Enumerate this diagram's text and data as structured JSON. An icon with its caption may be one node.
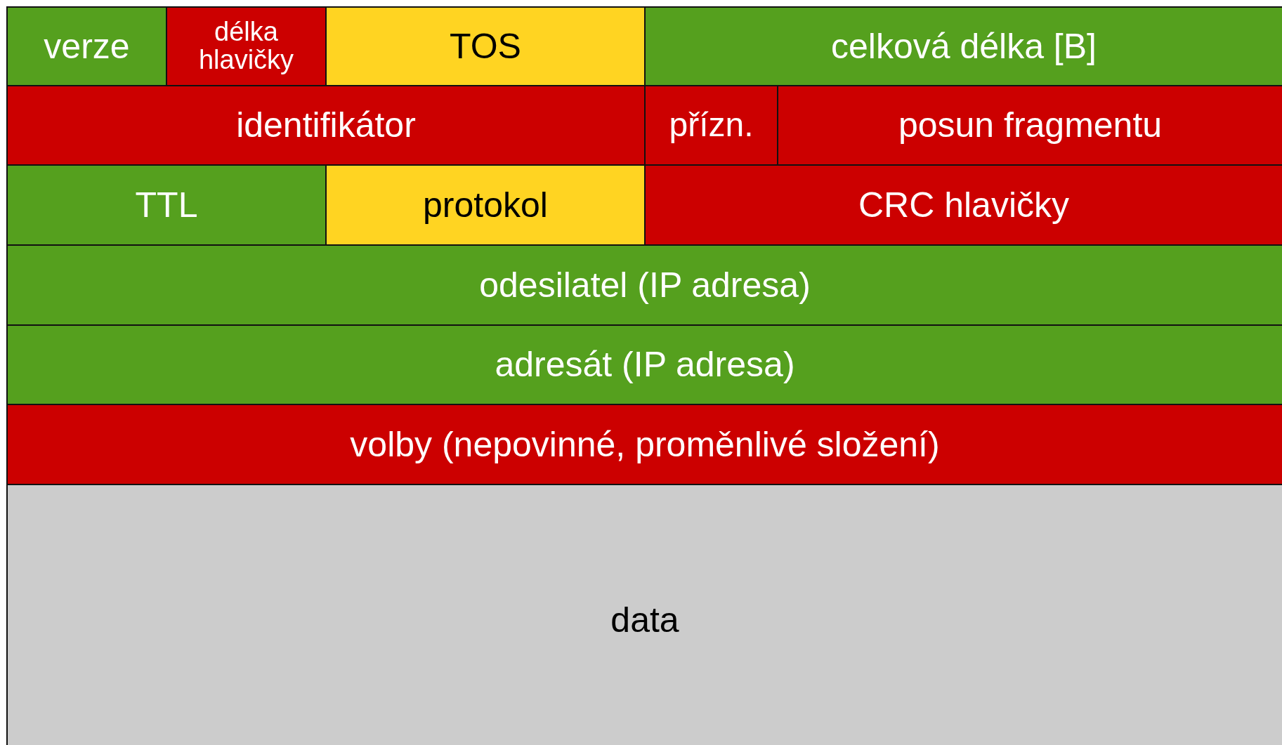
{
  "diagram": {
    "nodes": [
      {
        "text": [
          "verze"
        ]
      },
      {
        "text": [
          "délka hlavičky"
        ]
      },
      {
        "text": [
          "TOS"
        ]
      },
      {
        "text": [
          "celková délka [B]"
        ]
      },
      {
        "text": [
          "identifikátor"
        ]
      },
      {
        "text": [
          "přízn."
        ]
      },
      {
        "text": [
          "posun fragmentu"
        ]
      },
      {
        "text": [
          "TTL"
        ]
      },
      {
        "text": [
          "protokol"
        ]
      },
      {
        "text": [
          "CRC hlavičky"
        ]
      },
      {
        "text": [
          "odesilatel (IP adresa)"
        ]
      },
      {
        "text": [
          "adresát (IP adresa)"
        ]
      },
      {
        "text": [
          "volby (nepovinné, proměnlivé složení)"
        ]
      },
      {
        "text": [
          "data"
        ]
      }
    ]
  }
}
